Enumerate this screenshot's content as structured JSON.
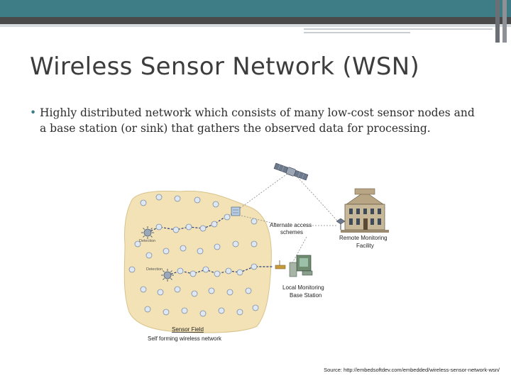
{
  "slide": {
    "title": "Wireless Sensor Network (WSN)",
    "bullet": "Highly distributed network which consists of many low-cost sensor nodes and a base station (or sink) that gathers the observed data for processing.",
    "source": "Source: http://embedsoftdev.com/embedded/wireless-sensor-network-wsn/"
  },
  "diagram": {
    "labels": {
      "alternate_access_line1": "Alternate access",
      "alternate_access_line2": "schemes",
      "remote_line1": "Remote Monitoring",
      "remote_line2": "Facility",
      "local_line1": "Local Monitoring",
      "local_line2": "Base Station",
      "sensor_field": "Sensor Field",
      "self_forming": "Self forming wireless network",
      "detection_1": "Detection",
      "detection_2": "Detection"
    },
    "colors": {
      "field_fill": "#f3e2b6",
      "node_fill": "#dfe8f2",
      "node_stroke": "#7d8ea5",
      "route": "#27407a",
      "theme_teal": "#3e7d86",
      "building": "#c8b89a"
    },
    "icons": [
      "satellite-icon",
      "building-icon",
      "computer-icon",
      "antenna-icon",
      "gateway-node-icon",
      "detection-burst-icon"
    ]
  }
}
